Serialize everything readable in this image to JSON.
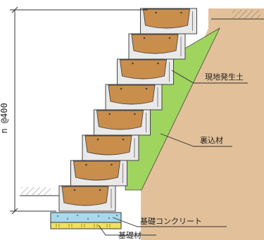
{
  "diagram": {
    "dimension_label": "n @400",
    "labels": {
      "native_soil": "現地発生土",
      "backfill": "裏込材",
      "foundation_concrete": "基礎コンクリート",
      "foundation_material": "基礎材"
    },
    "colors": {
      "soil": "#c98e4c",
      "native_soil": "#e2c19a",
      "backfill": "#9fd45f",
      "block": "#e9e9e9",
      "foundation_concrete": "#a9d8ec",
      "foundation_material": "#f2e060"
    }
  }
}
